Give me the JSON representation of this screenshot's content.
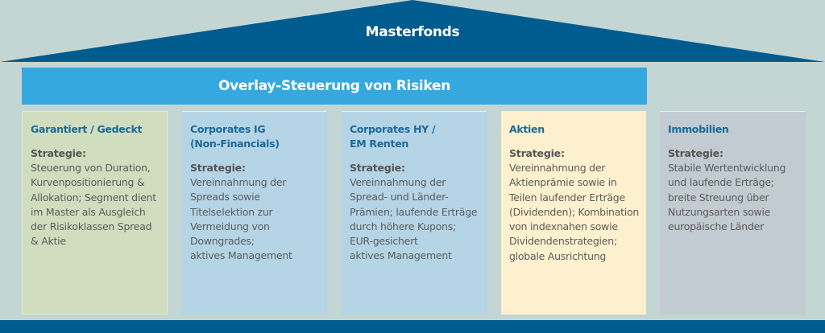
{
  "roof": {
    "title": "Masterfonds",
    "color": "#005c8f"
  },
  "overlay": {
    "title": "Overlay-Steuerung von Risiken",
    "color": "#36a8e0"
  },
  "columns": [
    {
      "title": "Garantiert / Gedeckt",
      "label": "Strategie:",
      "text": "Steuerung von Duration,\nKurvenpositionierung &\nAllokation; Segment dient\nim Master als Ausgleich\nder Risikoklassen Spread\n& Aktie"
    },
    {
      "title": "Corporates IG\n(Non-Financials)",
      "label": "Strategie:",
      "text": "Vereinnahmung der\nSpreads sowie\nTitelselektion zur\nVermeidung von\nDowngrades;\naktives Management"
    },
    {
      "title": "Corporates HY /\nEM Renten",
      "label": "Strategie:",
      "text": "Vereinnahmung der\nSpread- und Länder-\nPrämien; laufende Erträge\ndurch höhere Kupons;\nEUR-gesichert\naktives Management"
    },
    {
      "title": "Aktien",
      "label": "Strategie:",
      "text": "Vereinnahmung der\nAktienprämie sowie in\nTeilen laufender Erträge\n(Dividenden); Kombination\nvon indexnahen sowie\nDividendenstrategien;\nglobale Ausrichtung"
    },
    {
      "title": "Immobilien",
      "label": "Strategie:",
      "text": "Stabile Wertentwicklung\nund laufende Erträge;\nbreite Streuung über\nNutzungsarten sowie\neuropäische Länder"
    }
  ]
}
